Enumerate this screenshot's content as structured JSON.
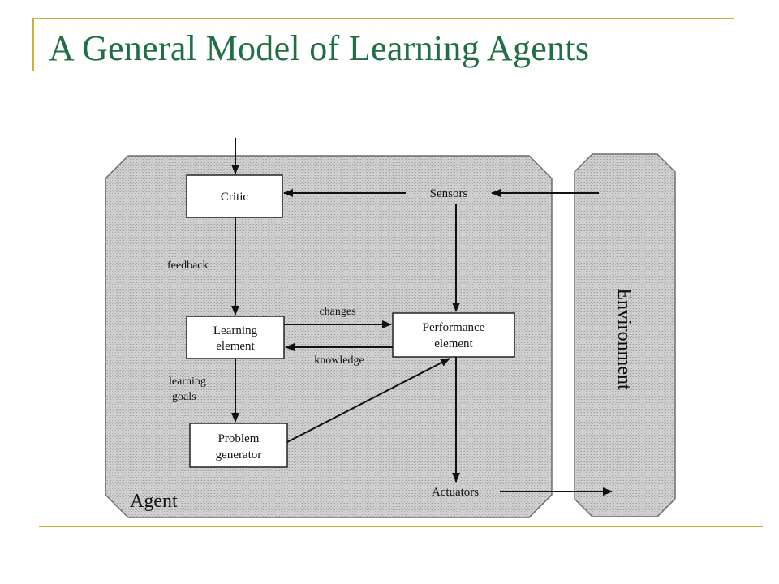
{
  "slide": {
    "title": "A General Model of Learning Agents",
    "title_color": "#1f6f43",
    "accent_color": "#c9b03a"
  },
  "diagram": {
    "panel_fill": "#c8c8c8",
    "agent_label": "Agent",
    "environment_label": "Environment",
    "boxes": {
      "critic": "Critic",
      "learning_line1": "Learning",
      "learning_line2": "element",
      "performance_line1": "Performance",
      "performance_line2": "element",
      "problem_line1": "Problem",
      "problem_line2": "generator"
    },
    "nodes": {
      "sensors": "Sensors",
      "actuators": "Actuators"
    },
    "edges": {
      "feedback": "feedback",
      "changes": "changes",
      "knowledge": "knowledge",
      "learning_goals_line1": "learning",
      "learning_goals_line2": "goals"
    }
  }
}
